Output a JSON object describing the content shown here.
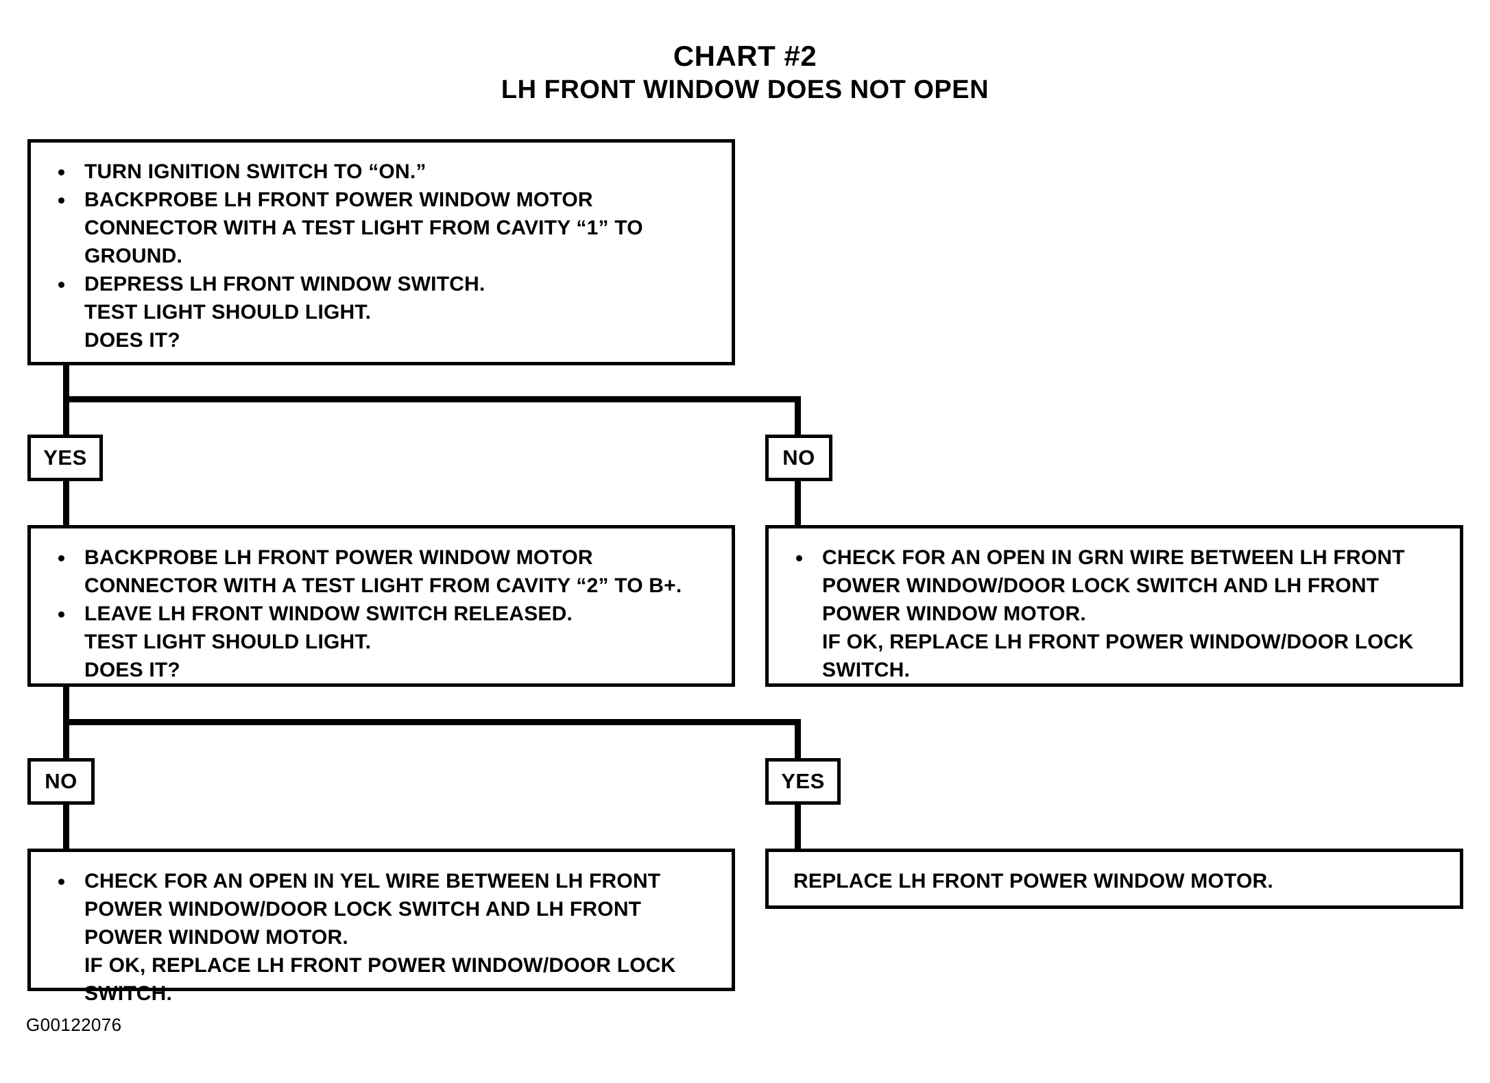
{
  "header": {
    "title": "CHART #2",
    "subtitle": "LH FRONT WINDOW DOES NOT OPEN"
  },
  "figure_id": "G00122076",
  "nodes": {
    "step1": {
      "name": "initial-test-step",
      "lines": [
        {
          "bullet": true,
          "text": "TURN IGNITION SWITCH TO “ON.”"
        },
        {
          "bullet": true,
          "text": "BACKPROBE LH FRONT POWER WINDOW MOTOR"
        },
        {
          "bullet": false,
          "text": "CONNECTOR WITH A TEST LIGHT FROM CAVITY “1” TO"
        },
        {
          "bullet": false,
          "text": "GROUND."
        },
        {
          "bullet": true,
          "text": "DEPRESS LH FRONT WINDOW SWITCH."
        },
        {
          "bullet": false,
          "text": "TEST LIGHT SHOULD LIGHT."
        },
        {
          "bullet": false,
          "text": "DOES IT?"
        }
      ]
    },
    "step2": {
      "name": "second-test-step",
      "lines": [
        {
          "bullet": true,
          "text": "BACKPROBE LH FRONT POWER WINDOW MOTOR"
        },
        {
          "bullet": false,
          "text": "CONNECTOR WITH A TEST LIGHT FROM CAVITY “2” TO B+."
        },
        {
          "bullet": true,
          "text": "LEAVE LH FRONT WINDOW SWITCH RELEASED."
        },
        {
          "bullet": false,
          "text": "TEST LIGHT SHOULD LIGHT."
        },
        {
          "bullet": false,
          "text": "DOES IT?"
        }
      ]
    },
    "grn_wire": {
      "name": "grn-wire-result",
      "lines": [
        {
          "bullet": true,
          "text": "CHECK FOR AN OPEN IN GRN WIRE BETWEEN LH FRONT"
        },
        {
          "bullet": false,
          "text": "POWER WINDOW/DOOR LOCK SWITCH AND LH FRONT"
        },
        {
          "bullet": false,
          "text": "POWER WINDOW MOTOR."
        },
        {
          "bullet": false,
          "text": "IF OK, REPLACE LH FRONT POWER WINDOW/DOOR LOCK"
        },
        {
          "bullet": false,
          "text": "SWITCH."
        }
      ]
    },
    "yel_wire": {
      "name": "yel-wire-result",
      "lines": [
        {
          "bullet": true,
          "text": "CHECK FOR AN OPEN IN YEL WIRE BETWEEN LH FRONT"
        },
        {
          "bullet": false,
          "text": "POWER WINDOW/DOOR LOCK SWITCH AND LH FRONT"
        },
        {
          "bullet": false,
          "text": "POWER WINDOW MOTOR."
        },
        {
          "bullet": false,
          "text": "IF OK, REPLACE LH FRONT POWER WINDOW/DOOR LOCK"
        },
        {
          "bullet": false,
          "text": "SWITCH."
        }
      ]
    },
    "replace_motor": {
      "name": "replace-motor-result",
      "lines": [
        {
          "bullet": false,
          "text": "REPLACE LH FRONT POWER WINDOW MOTOR."
        }
      ]
    }
  },
  "branches": {
    "b1_yes": "YES",
    "b1_no": "NO",
    "b2_no": "NO",
    "b2_yes": "YES"
  },
  "colors": {
    "line": "#000000",
    "background": "#ffffff",
    "text": "#000000"
  }
}
